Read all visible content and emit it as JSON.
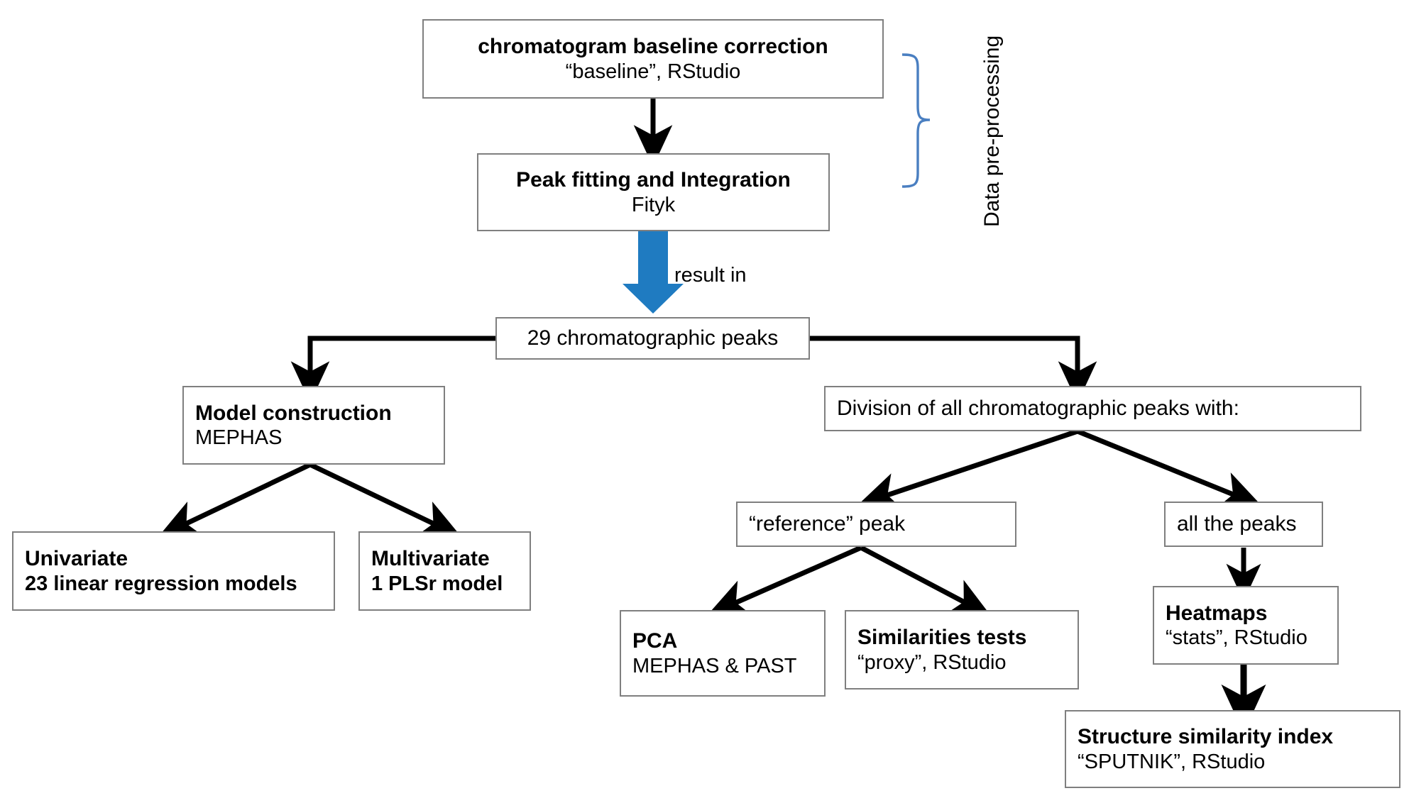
{
  "diagram": {
    "title": "Analytical workflow flowchart",
    "colors": {
      "box_border": "#7f7f7f",
      "arrow_black": "#000000",
      "accent_blue": "#1F7BC1",
      "brace_blue": "#4A7FC1",
      "background": "#ffffff"
    },
    "nodes": [
      {
        "id": "baseline",
        "title": "chromatogram baseline correction",
        "subtitle": "“baseline”, RStudio",
        "align": "center"
      },
      {
        "id": "peakfit",
        "title": "Peak fitting and Integration",
        "subtitle": "Fityk",
        "align": "center"
      },
      {
        "id": "peaks29",
        "title": "29 chromatographic peaks",
        "subtitle": "",
        "align": "center"
      },
      {
        "id": "modelconstruction",
        "title": "Model construction",
        "subtitle": "MEPHAS",
        "align": "left"
      },
      {
        "id": "division",
        "title": "Division of all chromatographic peaks with:",
        "subtitle": "",
        "align": "left"
      },
      {
        "id": "univariate",
        "title": "Univariate",
        "subtitle": "23 linear regression models",
        "align": "left"
      },
      {
        "id": "multivariate",
        "title": "Multivariate",
        "subtitle": "1 PLSr model",
        "align": "left"
      },
      {
        "id": "referencepeak",
        "title": "“reference” peak",
        "subtitle": "",
        "align": "left"
      },
      {
        "id": "allthepeaks",
        "title": "all the peaks",
        "subtitle": "",
        "align": "left"
      },
      {
        "id": "pca",
        "title": "PCA",
        "subtitle": "MEPHAS & PAST",
        "align": "left"
      },
      {
        "id": "similarities",
        "title": "Similarities tests",
        "subtitle": "“proxy”, RStudio",
        "align": "left"
      },
      {
        "id": "heatmaps",
        "title": "Heatmaps",
        "subtitle": "“stats”, RStudio",
        "align": "left"
      },
      {
        "id": "ssi",
        "title": "Structure similarity index",
        "subtitle": "“SPUTNIK”, RStudio",
        "align": "left"
      }
    ],
    "annotations": {
      "result_in": "result in",
      "data_preprocessing": "Data pre-processing"
    }
  }
}
